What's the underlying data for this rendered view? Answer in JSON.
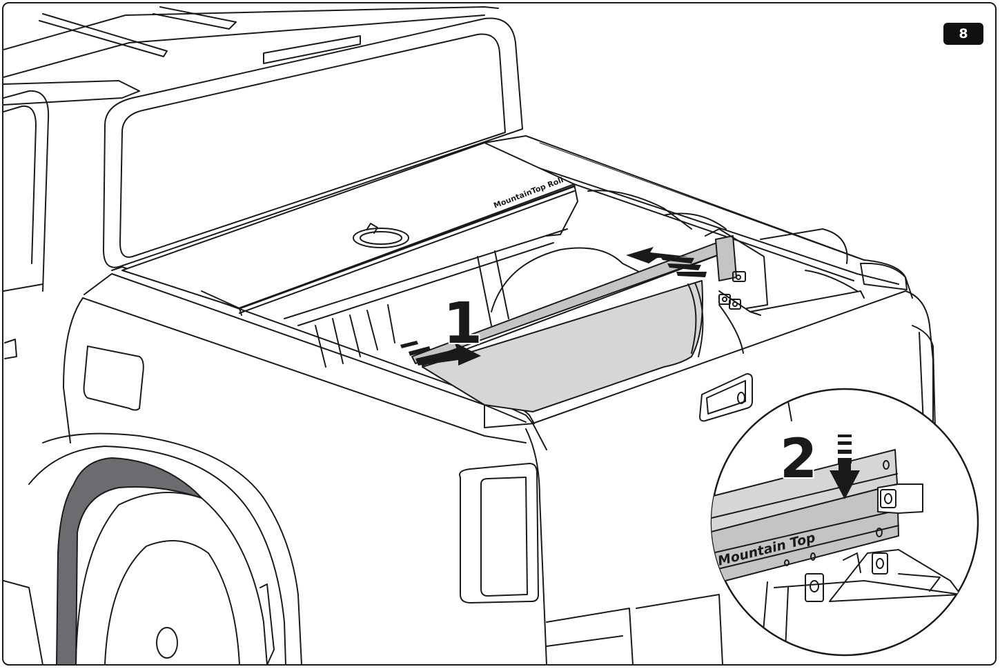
{
  "step": {
    "number": "8"
  },
  "callouts": {
    "step_one": "1",
    "step_two": "2"
  },
  "branding": {
    "lid_text": "MountainTop Roll",
    "rail_text": "Mountain Top"
  },
  "colors": {
    "line": "#1a1a1a",
    "panel_fill": "#d6d6d6",
    "rail_fill": "#c4c4c4",
    "wheel_arch": "#6b6b70",
    "badge_bg": "#111111"
  }
}
